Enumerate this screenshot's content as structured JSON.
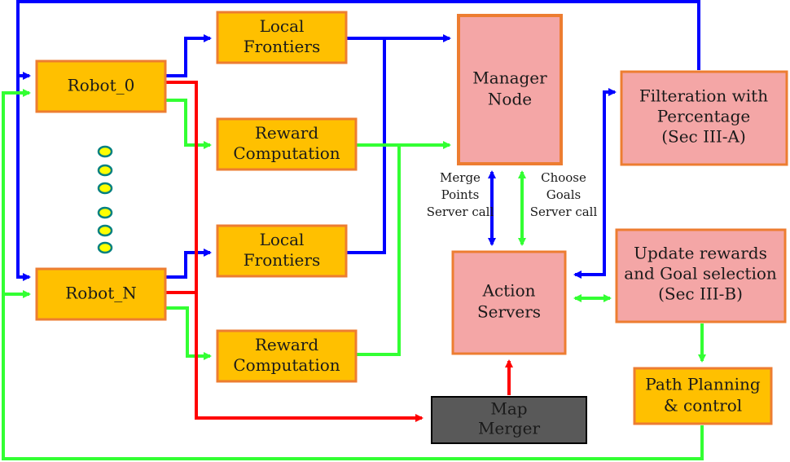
{
  "colors": {
    "orange_fill": "#FFC000",
    "orange_stroke": "#ED7D31",
    "pink_fill": "#F4A6A6",
    "pink_stroke": "#ED7D31",
    "dark_fill": "#595959",
    "blue": "#0000FF",
    "green": "#33FF33",
    "red": "#FF0000",
    "dot_fill": "#FFFF00",
    "dot_stroke": "#008080"
  },
  "nodes": {
    "robot_0": {
      "lines": [
        "Robot_0"
      ]
    },
    "robot_n": {
      "lines": [
        "Robot_N"
      ]
    },
    "local_frontiers_top": {
      "lines": [
        "Local",
        "Frontiers"
      ]
    },
    "reward_computation_top": {
      "lines": [
        "Reward",
        "Computation"
      ]
    },
    "local_frontiers_bottom": {
      "lines": [
        "Local",
        "Frontiers"
      ]
    },
    "reward_computation_bottom": {
      "lines": [
        "Reward",
        "Computation"
      ]
    },
    "manager_node": {
      "lines": [
        "Manager",
        "Node"
      ]
    },
    "action_servers": {
      "lines": [
        "Action",
        "Servers"
      ]
    },
    "map_merger": {
      "lines": [
        "Map",
        "Merger"
      ]
    },
    "filteration": {
      "lines": [
        "Filteration with",
        "Percentage",
        "(Sec III-A)"
      ]
    },
    "update_rewards": {
      "lines": [
        "Update rewards",
        "and Goal selection",
        "(Sec III-B)"
      ]
    },
    "path_planning": {
      "lines": [
        "Path Planning",
        "& control"
      ]
    }
  },
  "edge_labels": {
    "merge_points": [
      "Merge",
      "Points",
      "Server call"
    ],
    "choose_goals": [
      "Choose",
      "Goals",
      "Server call"
    ]
  },
  "robot_dots_count": 6
}
